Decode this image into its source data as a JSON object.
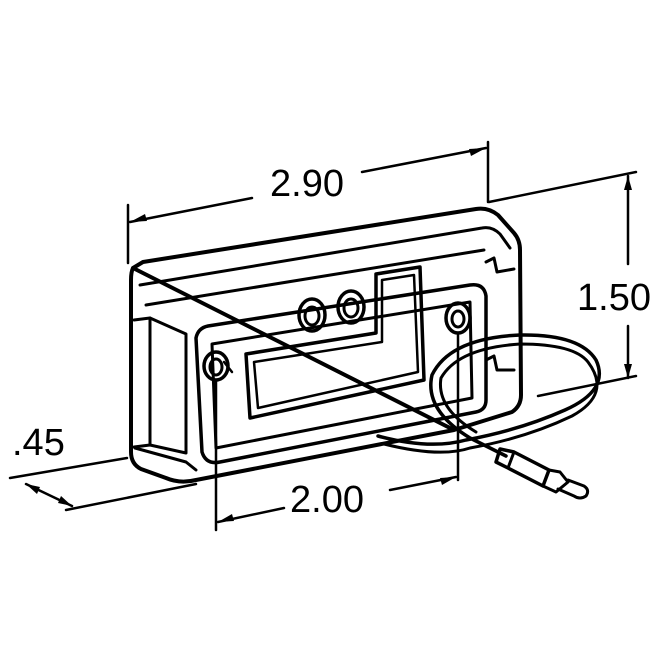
{
  "dimensions": {
    "width_overall": "2.90",
    "height": "1.50",
    "mount_spacing": "2.00",
    "depth": ".45"
  },
  "colors": {
    "line": "#000000",
    "background": "#ffffff"
  }
}
